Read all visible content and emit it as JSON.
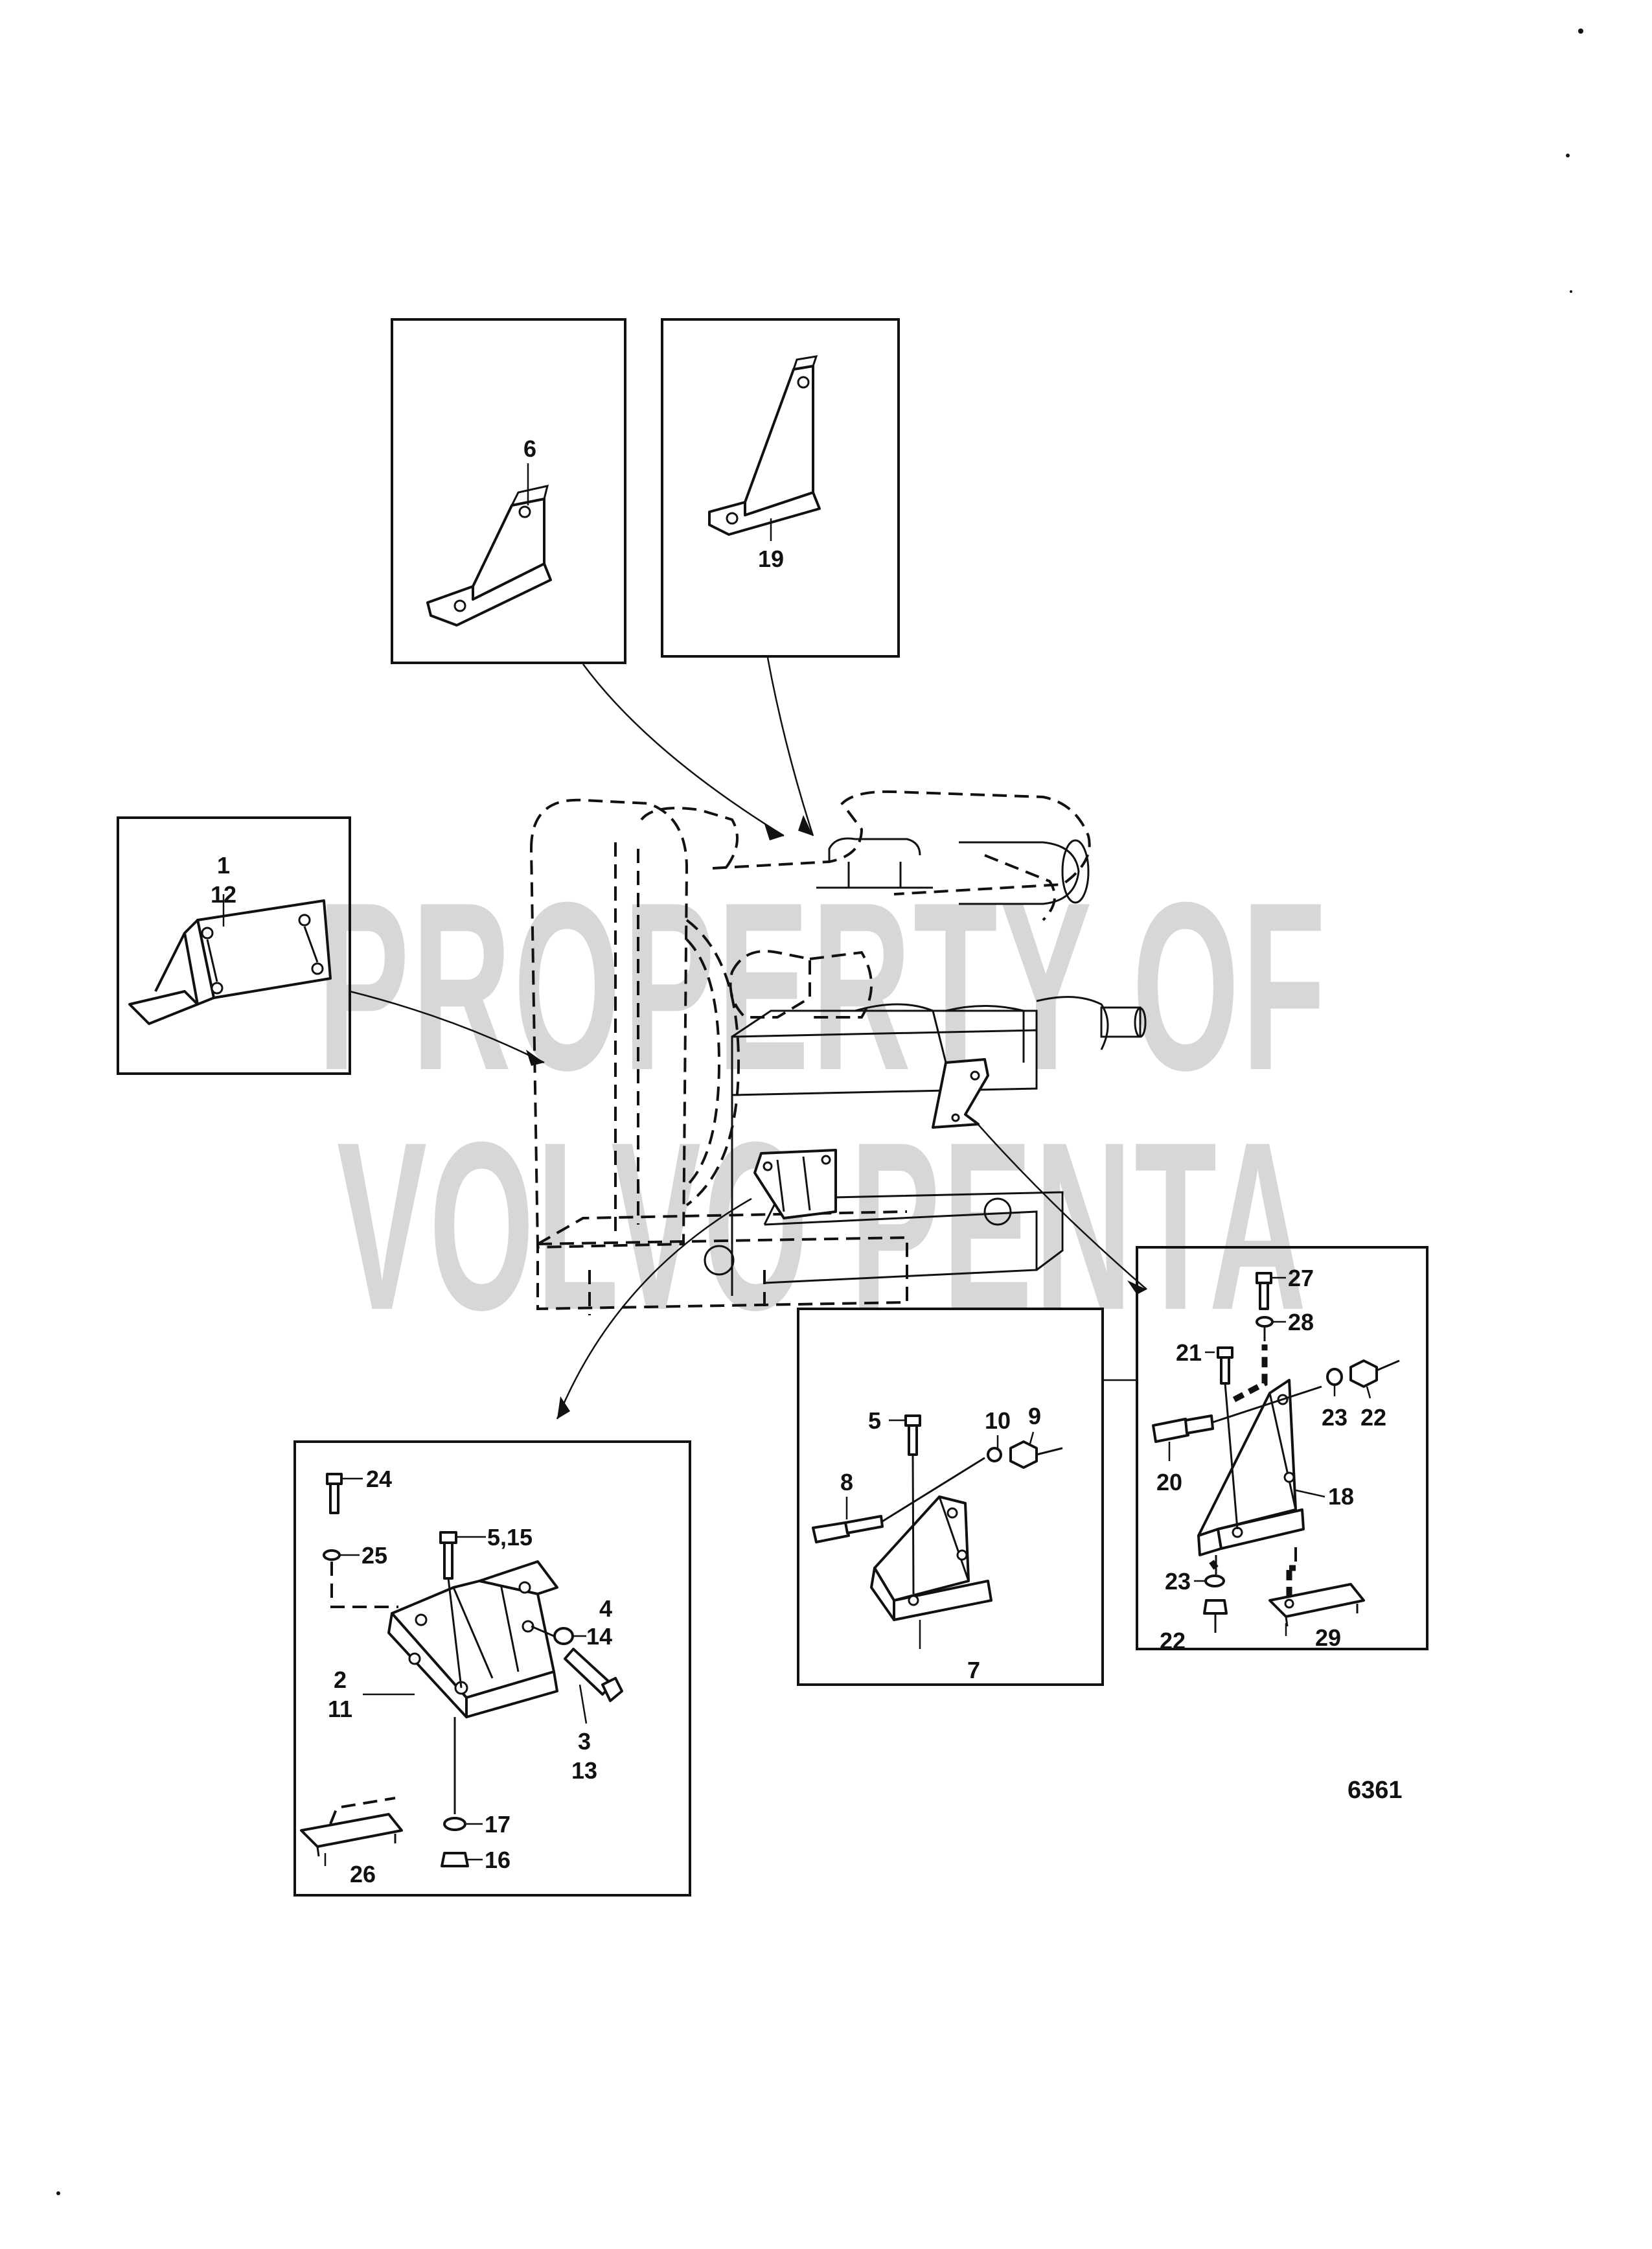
{
  "watermark": {
    "line1": "PROPERTY OF",
    "line2": "VOLVO PENTA"
  },
  "figure_number": "6361",
  "labels": {
    "l1": "1",
    "l12": "12",
    "l6": "6",
    "l19": "19",
    "l24": "24",
    "l25": "25",
    "l5_15": "5,15",
    "l4": "4",
    "l14": "14",
    "l2": "2",
    "l11": "11",
    "l3": "3",
    "l13": "13",
    "l17": "17",
    "l16": "16",
    "l26": "26",
    "l5": "5",
    "l10": "10",
    "l9": "9",
    "l8": "8",
    "l7": "7",
    "l27": "27",
    "l28": "28",
    "l21": "21",
    "l23a": "23",
    "l22a": "22",
    "l20": "20",
    "l18": "18",
    "l23b": "23",
    "l22b": "22",
    "l29": "29"
  }
}
